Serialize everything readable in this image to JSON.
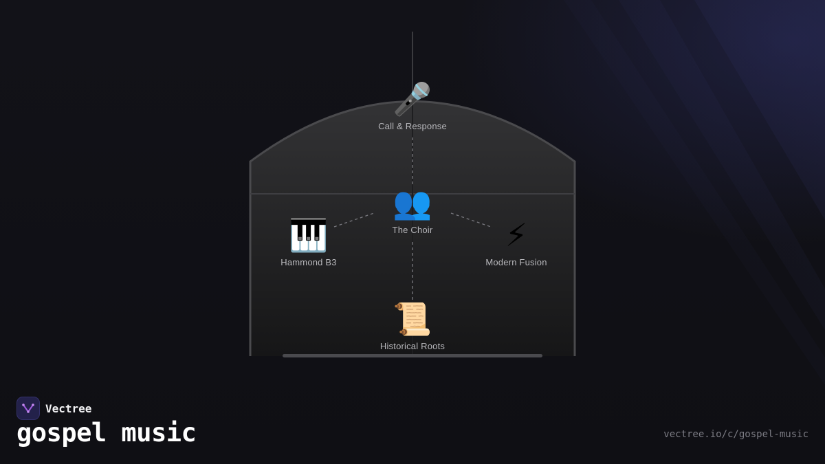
{
  "brand": {
    "name": "Vectree",
    "logo_icon": "vectree-logo-icon"
  },
  "page": {
    "title": "gospel music",
    "url": "vectree.io/c/gospel-music"
  },
  "diagram": {
    "center": {
      "label": "The Choir",
      "icon": "👥",
      "icon_name": "people-icon"
    },
    "top": {
      "label": "Call & Response",
      "icon": "🎤",
      "icon_name": "microphone-icon"
    },
    "left": {
      "label": "Hammond B3",
      "icon": "🎹",
      "icon_name": "piano-keys-icon"
    },
    "right": {
      "label": "Modern Fusion",
      "icon": "⚡",
      "icon_name": "lightning-icon"
    },
    "bottom": {
      "label": "Historical Roots",
      "icon": "📜",
      "icon_name": "scroll-icon"
    }
  },
  "colors": {
    "background": "#101016",
    "accent": "#2a2c5e",
    "label": "#b8b8bc",
    "brand_purple": "#a25be0"
  }
}
